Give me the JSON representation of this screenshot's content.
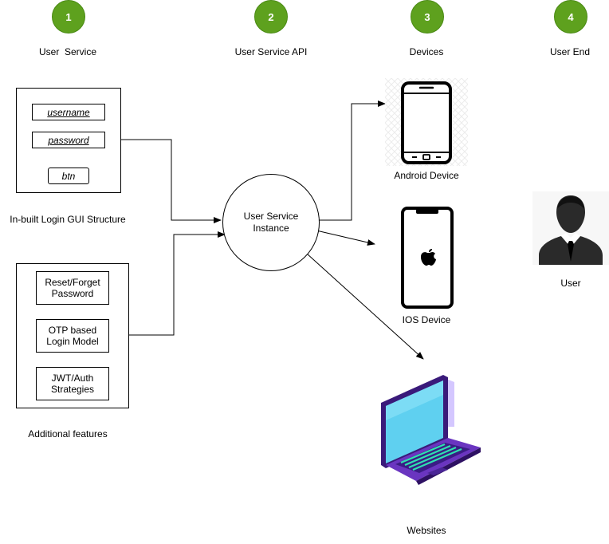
{
  "steps": [
    {
      "number": "1",
      "title": "User  Service"
    },
    {
      "number": "2",
      "title": "User Service API"
    },
    {
      "number": "3",
      "title": "Devices"
    },
    {
      "number": "4",
      "title": "User End"
    }
  ],
  "login_gui": {
    "username": "username",
    "password": "password",
    "button": "btn",
    "caption": "In-built Login GUI Structure"
  },
  "features": {
    "items": [
      "Reset/Forget Password",
      "OTP based Login Model",
      "JWT/Auth Strategies"
    ],
    "caption": "Additional features"
  },
  "service_node": {
    "label_line1": "User Service",
    "label_line2": "Instance"
  },
  "devices": {
    "android": "Android Device",
    "ios": "IOS Device",
    "websites": "Websites"
  },
  "user": {
    "label": "User"
  },
  "colors": {
    "badge": "#5ea11e",
    "laptop": "#5b2aa8",
    "screen": "#5fd0f0"
  },
  "icons": [
    "android-phone-icon",
    "iphone-icon",
    "apple-logo-icon",
    "laptop-icon",
    "user-avatar-icon"
  ]
}
